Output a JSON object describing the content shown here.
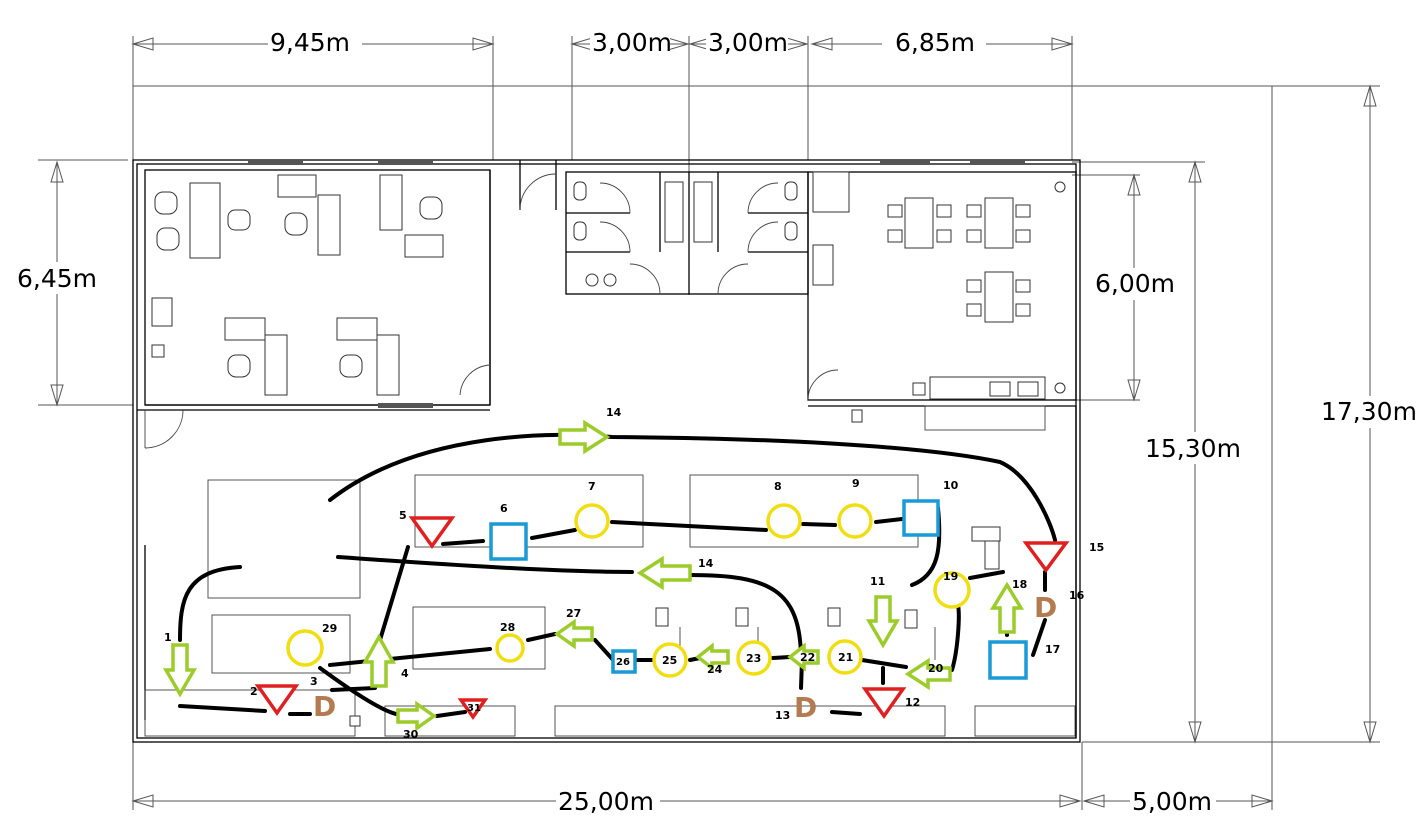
{
  "dimensions": {
    "top_945": "9,45m",
    "top_300a": "3,00m",
    "top_300b": "3,00m",
    "top_685": "6,85m",
    "left_645": "6,45m",
    "right_600": "6,00m",
    "right_1530": "15,30m",
    "right_1730": "17,30m",
    "bottom_2500": "25,00m",
    "bottom_500": "5,00m"
  },
  "route_labels": {
    "n1": "1",
    "n2": "2",
    "n3": "3",
    "n4": "4",
    "n5": "5",
    "n6": "6",
    "n7": "7",
    "n8": "8",
    "n9": "9",
    "n10": "10",
    "n11": "11",
    "n12": "12",
    "n13": "13",
    "n14a": "14",
    "n14b": "14",
    "n15": "15",
    "n16": "16",
    "n17": "17",
    "n18": "18",
    "n19": "19",
    "n20": "20",
    "n21": "21",
    "n22": "22",
    "n23": "23",
    "n24": "24",
    "n25": "25",
    "n26": "26",
    "n27": "27",
    "n28": "28",
    "n29": "29",
    "n30": "30",
    "n31": "31"
  },
  "symbols": {
    "decision_letter": "D"
  },
  "colors": {
    "operation": "#f0de10",
    "inspection": "#1a9ad6",
    "storage": "#e02020",
    "transport": "#9ccc2a",
    "delay": "#b47b50"
  }
}
